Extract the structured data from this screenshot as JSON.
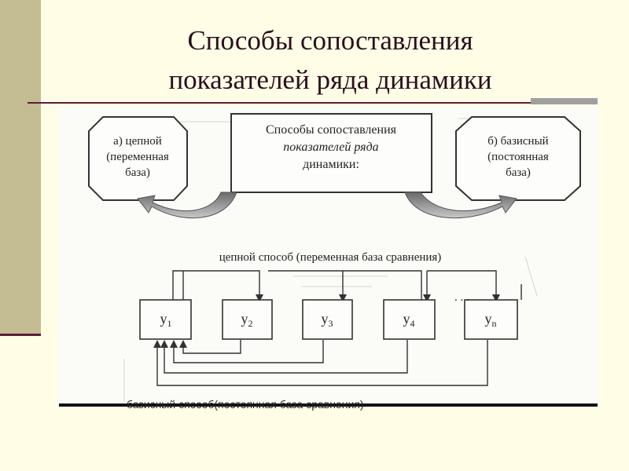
{
  "title": {
    "line1": "Способы сопоставления",
    "line2": "показателей ряда динамики"
  },
  "diagram": {
    "center": {
      "line1": "Способы сопоставления",
      "line2": "показателей ряда",
      "line3": "динамики:"
    },
    "left": {
      "line1": "а) цепной",
      "line2": "(переменная",
      "line3": "база)"
    },
    "right": {
      "line1": "б) базисный",
      "line2": "(постоянная",
      "line3": "база)"
    },
    "chain_label": "цепной способ (переменная база сравнения)",
    "ellipsis": ". . .",
    "boxes": [
      {
        "main": "y",
        "sub": "1"
      },
      {
        "main": "y",
        "sub": "2"
      },
      {
        "main": "y",
        "sub": "3"
      },
      {
        "main": "y",
        "sub": "4"
      },
      {
        "main": "y",
        "sub": "n"
      }
    ]
  },
  "caption": "базисный способ(постоянная база сравнения)"
}
